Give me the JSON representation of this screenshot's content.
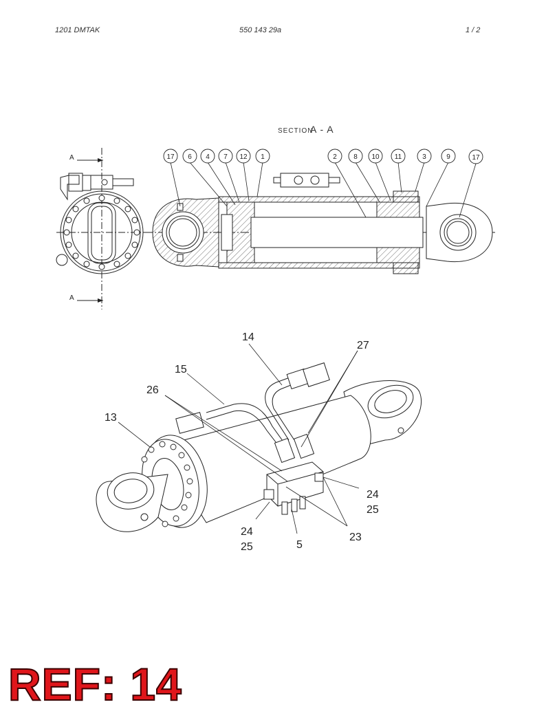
{
  "header": {
    "left": "1201 DMTAK",
    "center": "550 143 29a",
    "right": "1 /  2"
  },
  "section_view": {
    "title_small": "SECTION",
    "title_big": "A - A",
    "cut_marker": "A",
    "bubbles": [
      "17",
      "6",
      "4",
      "7",
      "12",
      "1",
      "2",
      "8",
      "10",
      "11",
      "3",
      "9",
      "17"
    ]
  },
  "iso_view": {
    "callouts": [
      "14",
      "27",
      "15",
      "26",
      "13",
      "24",
      "25",
      "23",
      "5",
      "24",
      "25"
    ]
  },
  "ref_label": "REF: 14",
  "colors": {
    "ref": "#e0161b",
    "line": "#222222"
  }
}
